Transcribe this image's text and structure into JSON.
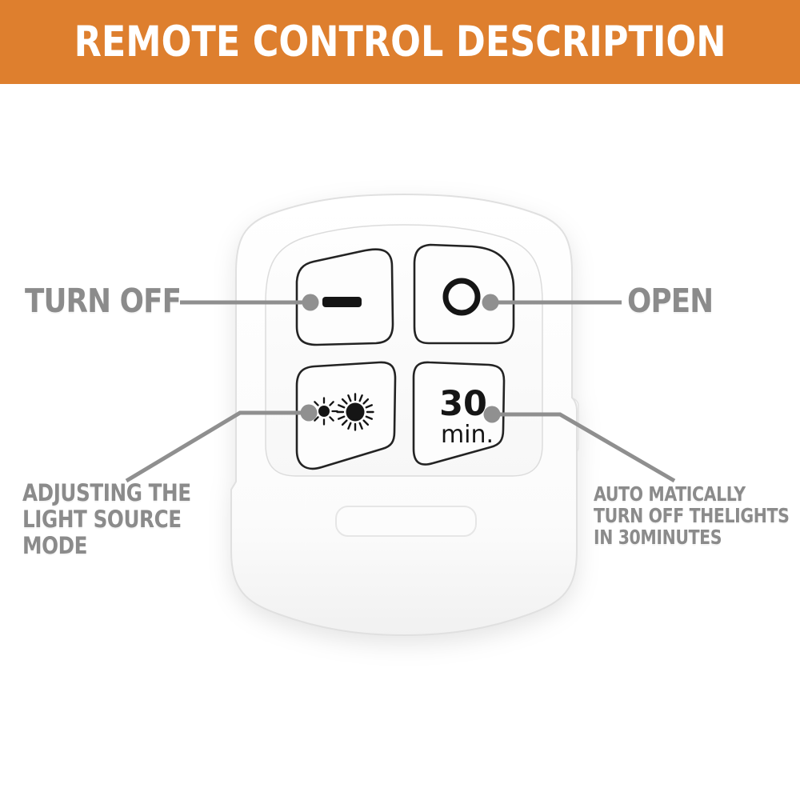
{
  "banner": {
    "title": "REMOTE CONTROL DESCRIPTION",
    "bg_color": "#DE7F2E",
    "text_color": "#FFFFFF"
  },
  "callouts": {
    "turn_off": {
      "label": "TURN OFF"
    },
    "open": {
      "label": "OPEN"
    },
    "light_mode": {
      "lines": [
        "ADJUSTING THE",
        "LIGHT SOURCE",
        "MODE"
      ]
    },
    "auto_off": {
      "lines": [
        "AUTO MATICALLY",
        "TURN OFF THELIGHTS",
        "IN 30MINUTES"
      ]
    }
  },
  "remote": {
    "timer_button": {
      "value": "30",
      "unit": "min."
    },
    "buttons": [
      {
        "name": "turn-off",
        "icon": "minus-icon"
      },
      {
        "name": "open",
        "icon": "circle-icon"
      },
      {
        "name": "light-mode",
        "icon": "sun-brightness-icons"
      },
      {
        "name": "timer-30min",
        "icon": "30-min-text"
      }
    ]
  },
  "colors": {
    "accent_orange": "#DE7F2E",
    "label_gray": "#8B8B8B",
    "line_gray": "#8F8F8F",
    "button_outline": "#232323",
    "body_edge": "#E0E0E0"
  }
}
